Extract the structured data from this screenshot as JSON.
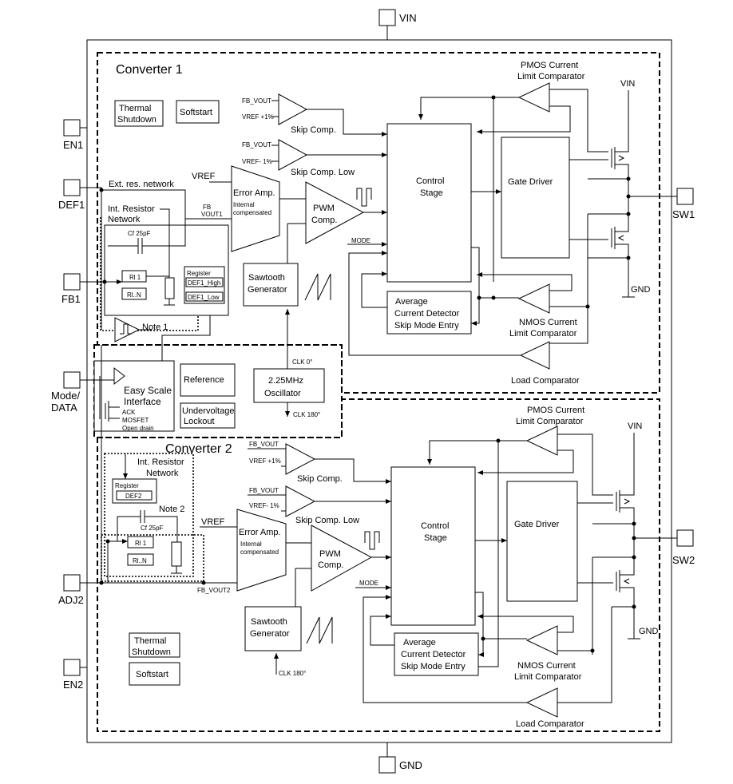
{
  "pins": {
    "vin": "VIN",
    "gnd": "GND",
    "en1": "EN1",
    "def1": "DEF1",
    "fb1": "FB1",
    "mode": "Mode/",
    "data": "DATA",
    "adj2": "ADJ2",
    "en2": "EN2",
    "sw1": "SW1",
    "sw2": "SW2"
  },
  "converter1": {
    "title": "Converter 1",
    "thermal1": "Thermal",
    "thermal2": "Shutdown",
    "softstart": "Softstart",
    "fb_vout": "FB_VOUT",
    "vref_p1": "VREF +1%",
    "vref_m1": "VREF- 1%",
    "skip": "Skip Comp.",
    "skip_low": "Skip Comp. Low",
    "ext_res": "Ext. res. network",
    "vref": "VREF",
    "err_amp": "Error Amp.",
    "int1": "Internal",
    "int2": "compensated",
    "fb1": "FB",
    "fb2": "VOUT1",
    "int_res1": "Int. Resistor",
    "int_res2": "Network",
    "cf": "Cf 25pF",
    "r1": "Rl 1",
    "rn": "Rl..N",
    "reg": "Register",
    "def1_high": "DEF1_High",
    "def1_low": "DEF1_Low",
    "note1": "Note 1",
    "pwm1": "PWM",
    "pwm2": "Comp.",
    "saw1": "Sawtooth",
    "saw2": "Generator",
    "mode": "MODE",
    "control1": "Control",
    "control2": "Stage",
    "gate": "Gate Driver",
    "avg1": "Average",
    "avg2": "Current Detector",
    "avg3": "Skip Mode Entry",
    "pmos1": "PMOS Current",
    "pmos2": "Limit Comparator",
    "nmos1": "NMOS Current",
    "nmos2": "Limit Comparator",
    "load": "Load Comparator",
    "vin": "VIN",
    "gnd": "GND"
  },
  "shared": {
    "easy1": "Easy Scale",
    "easy2": "Interface",
    "ack": "ACK",
    "mosfet": "MOSFET",
    "open_drain": "Open drain",
    "reference": "Reference",
    "uvlo1": "Undervoltage",
    "uvlo2": "Lockout",
    "osc1": "2.25MHz",
    "osc2": "Oscillator",
    "clk0": "CLK 0°",
    "clk180": "CLK 180°"
  },
  "converter2": {
    "title": "Converter 2",
    "fb_vout": "FB_VOUT",
    "vref_p1": "VREF +1%",
    "vref_m1": "VREF- 1%",
    "skip": "Skip Comp.",
    "skip_low": "Skip Comp. Low",
    "int_res1": "Int. Resistor",
    "int_res2": "Network",
    "reg": "Register",
    "def2": "DEF2",
    "note2": "Note 2",
    "cf": "Cf 25pF",
    "r1": "Rl 1",
    "rn": "Rl..N",
    "vref": "VREF",
    "err_amp": "Error Amp.",
    "int1": "Internal",
    "int2": "compensated",
    "fb_vout2": "FB_VOUT2",
    "pwm1": "PWM",
    "pwm2": "Comp.",
    "saw1": "Sawtooth",
    "saw2": "Generator",
    "clk180": "CLK 180°",
    "mode": "MODE",
    "control1": "Control",
    "control2": "Stage",
    "gate": "Gate Driver",
    "avg1": "Average",
    "avg2": "Current Detector",
    "avg3": "Skip Mode Entry",
    "pmos1": "PMOS Current",
    "pmos2": "Limit Comparator",
    "nmos1": "NMOS Current",
    "nmos2": "Limit Comparator",
    "load": "Load Comparator",
    "thermal1": "Thermal",
    "thermal2": "Shutdown",
    "softstart": "Softstart",
    "vin": "VIN",
    "gnd": "GND"
  }
}
